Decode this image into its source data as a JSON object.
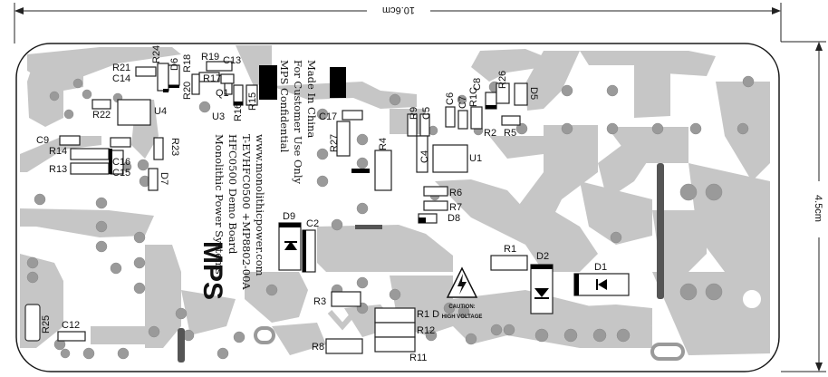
{
  "dimensions": {
    "width_label": "10.6cm",
    "height_label": "4.5cm"
  },
  "board": {
    "logo": "MPS",
    "info_lines": [
      "Monolithic Power Systems",
      "HFC0500 Demo Board",
      "T-EVHFC0500 +MP8802-00A",
      "www.monolithicpower.com"
    ],
    "confidential_lines": [
      "MPS Confidential",
      "For Customer Use Only",
      "Made In China"
    ],
    "caution_lines": [
      "CAUTION:",
      "HIGH VOLTAGE"
    ]
  },
  "designators": {
    "R21": "R21",
    "C14": "C14",
    "R24": "R24",
    "D6": "D6",
    "R18": "R18",
    "R19": "R19",
    "C13": "C13",
    "R17": "R17",
    "R20": "R20",
    "Q1": "Q1",
    "U3": "U3",
    "R16": "R16",
    "R15": "R15",
    "U4": "U4",
    "R22": "R22",
    "C9": "C9",
    "R14": "R14",
    "R13": "R13",
    "C16": "C16",
    "C15": "C15",
    "R23": "R23",
    "D7": "D7",
    "C17": "C17",
    "R27": "R27",
    "R9": "R9",
    "C5": "C5",
    "C6": "C6",
    "C7": "C7",
    "R10": "R1C",
    "C8": "C8",
    "R26": "R26",
    "D5": "D5",
    "R2": "R2",
    "R5": "R5",
    "R4": "R4",
    "C4": "C4",
    "U1": "U1",
    "R6": "R6",
    "R7": "R7",
    "D8": "D8",
    "D9": "D9",
    "C2": "C2",
    "R1": "R1",
    "D2": "D2",
    "D1": "D1",
    "R3": "R3",
    "R10b": "R1 D",
    "R12": "R12",
    "R11": "R11",
    "R8": "R8",
    "R25": "R25",
    "C12": "C12"
  }
}
